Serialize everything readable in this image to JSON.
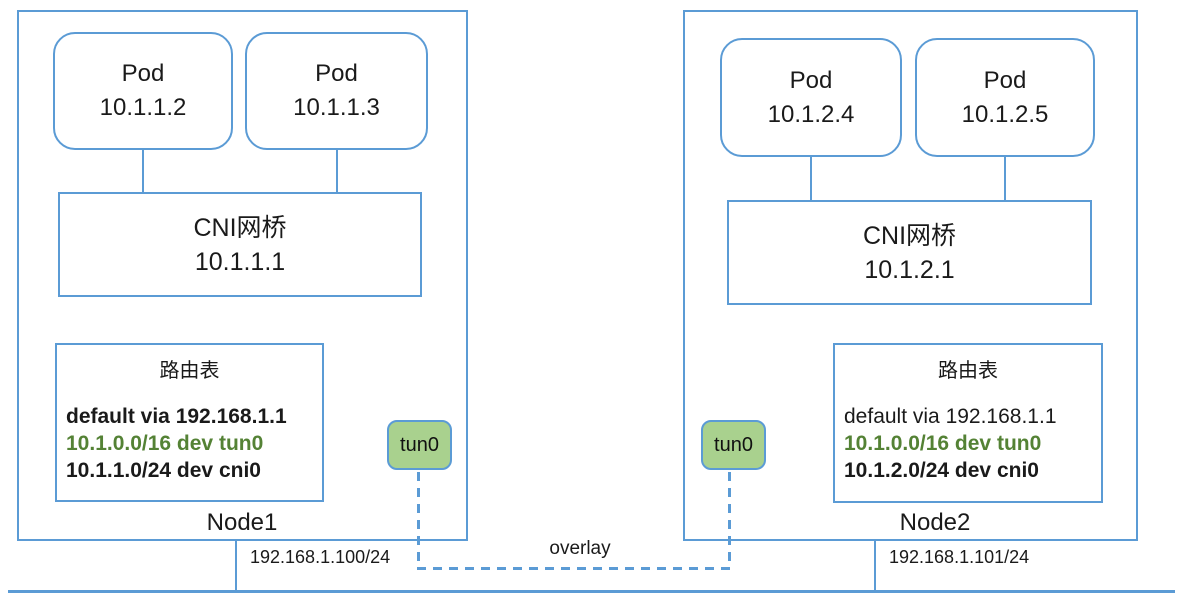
{
  "colors": {
    "line_blue": "#5B9BD5",
    "tun_badge_green": "#A9D18E",
    "route_highlight_green": "#548235"
  },
  "overlay": {
    "label": "overlay"
  },
  "nodes": [
    {
      "label": "Node1",
      "host_ip": "192.168.1.100/24",
      "tun_label": "tun0",
      "pods": [
        {
          "title": "Pod",
          "ip": "10.1.1.2"
        },
        {
          "title": "Pod",
          "ip": "10.1.1.3"
        }
      ],
      "bridge": {
        "title": "CNI网桥",
        "ip": "10.1.1.1"
      },
      "route_table": {
        "title": "路由表",
        "entries": [
          {
            "text": "default via 192.168.1.1"
          },
          {
            "text": "10.1.0.0/16 dev tun0"
          },
          {
            "text": "10.1.1.0/24 dev cni0"
          }
        ]
      }
    },
    {
      "label": "Node2",
      "host_ip": "192.168.1.101/24",
      "tun_label": "tun0",
      "pods": [
        {
          "title": "Pod",
          "ip": "10.1.2.4"
        },
        {
          "title": "Pod",
          "ip": "10.1.2.5"
        }
      ],
      "bridge": {
        "title": "CNI网桥",
        "ip": "10.1.2.1"
      },
      "route_table": {
        "title": "路由表",
        "entries": [
          {
            "text": "default via 192.168.1.1"
          },
          {
            "text": "10.1.0.0/16 dev tun0"
          },
          {
            "text": "10.1.2.0/24 dev cni0"
          }
        ]
      }
    }
  ]
}
